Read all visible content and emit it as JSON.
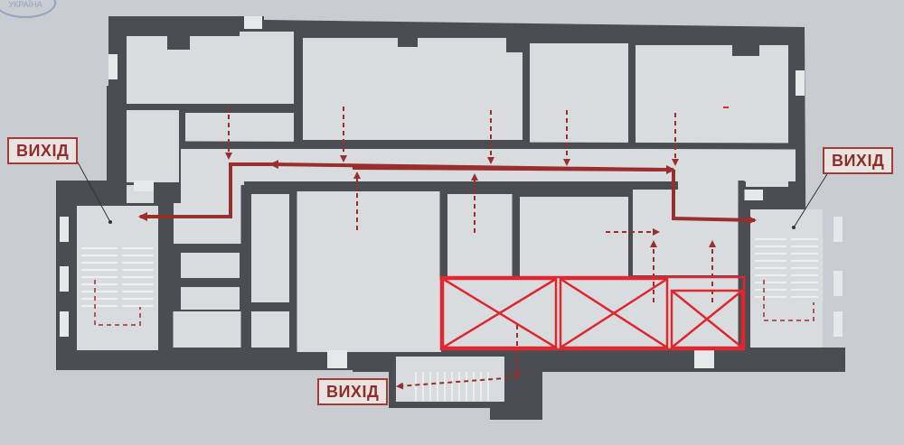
{
  "exits": {
    "left": "ВИХІД",
    "right": "ВИХІД",
    "bottom": "ВИХІД"
  },
  "stamp_text": "УКРАЇНА",
  "colors": {
    "background": "#c9cdd1",
    "wall": "#4a4d52",
    "room": "#d9dcdf",
    "evac_route": "#9a2e2c",
    "blocked_zone": "#e0262e"
  },
  "legend": {
    "blocked_zone_count": 3,
    "stairwell_count": 3
  }
}
